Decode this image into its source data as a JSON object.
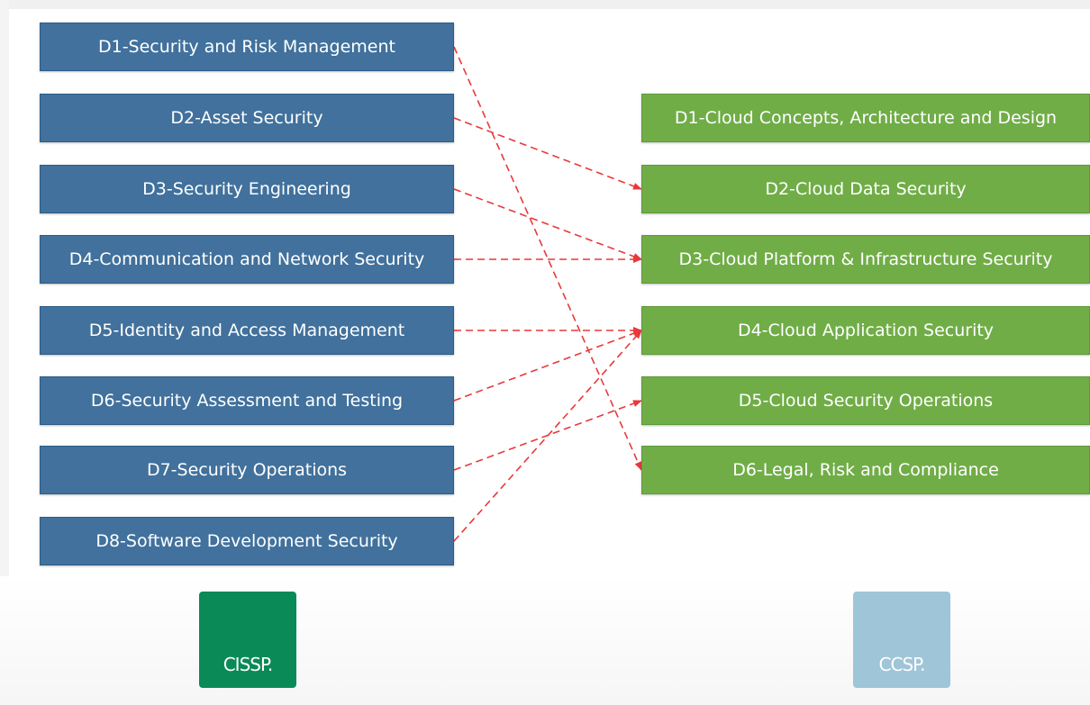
{
  "cissp_domains": [
    "D1-Security and Risk Management",
    "D2-Asset Security",
    "D3-Security Engineering",
    "D4-Communication and Network Security",
    "D5-Identity and Access Management",
    "D6-Security Assessment and Testing",
    "D7-Security Operations",
    "D8-Software Development Security"
  ],
  "ccsp_domains": [
    "D1-Cloud Concepts, Architecture and Design",
    "D2-Cloud Data Security",
    "D3-Cloud Platform & Infrastructure Security",
    "D4-Cloud Application Security",
    "D5-Cloud Security Operations",
    "D6-Legal, Risk and Compliance"
  ],
  "mappings": [
    {
      "from": "D1-Security and Risk Management",
      "to": "D6-Legal, Risk and Compliance"
    },
    {
      "from": "D2-Asset Security",
      "to": "D2-Cloud Data Security"
    },
    {
      "from": "D3-Security Engineering",
      "to": "D3-Cloud Platform & Infrastructure Security"
    },
    {
      "from": "D4-Communication and Network Security",
      "to": "D3-Cloud Platform & Infrastructure Security"
    },
    {
      "from": "D5-Identity and Access Management",
      "to": "D4-Cloud Application Security"
    },
    {
      "from": "D6-Security Assessment and Testing",
      "to": "D4-Cloud Application Security"
    },
    {
      "from": "D7-Security Operations",
      "to": "D5-Cloud Security Operations"
    },
    {
      "from": "D8-Software Development Security",
      "to": "D4-Cloud Application Security"
    }
  ],
  "logos": {
    "left": "CISSP.",
    "right": "CCSP."
  },
  "colors": {
    "cissp_box": "#41719c",
    "ccsp_box": "#70ad47",
    "connector": "#e8393a",
    "cissp_logo": "#0a8a57",
    "ccsp_logo": "#9fc5d8"
  }
}
